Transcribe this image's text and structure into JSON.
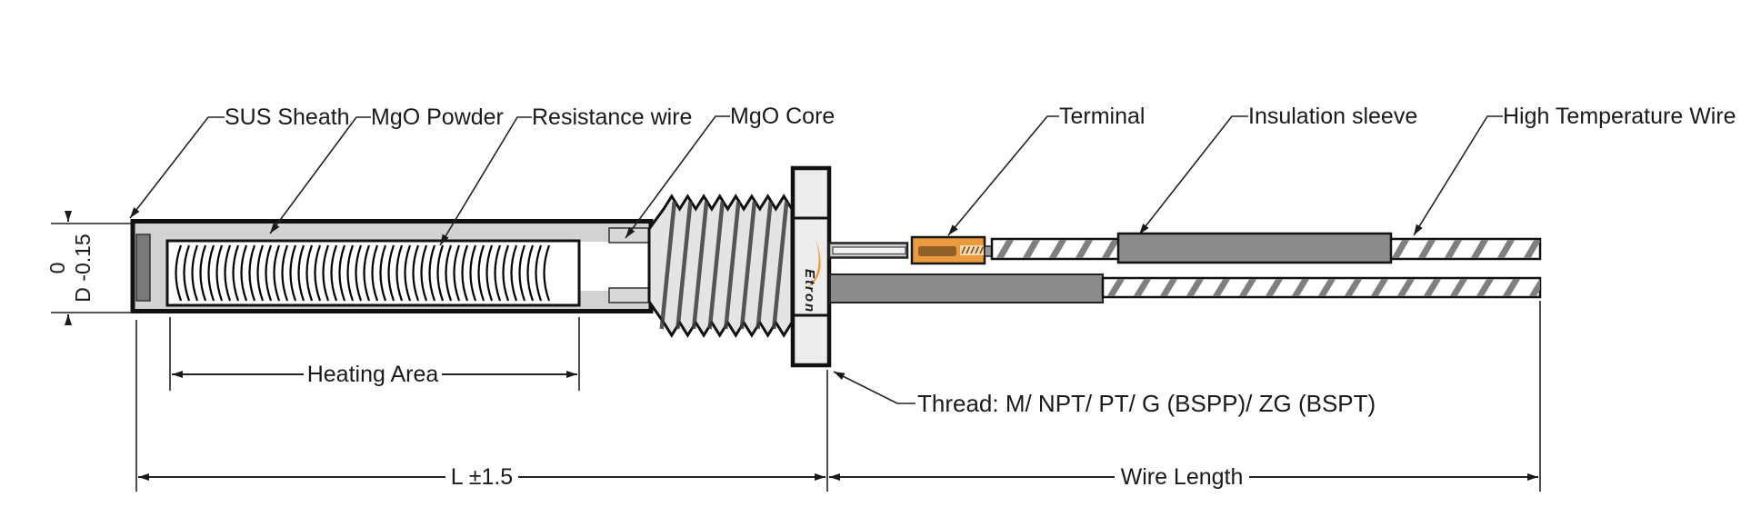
{
  "diagram": {
    "component_labels": {
      "sus_sheath": "SUS Sheath",
      "mgo_powder": "MgO Powder",
      "resistance_wire": "Resistance wire",
      "mgo_core": "MgO Core",
      "terminal": "Terminal",
      "insulation_sleeve": "Insulation sleeve",
      "high_temperature_wire": "High Temperature Wire"
    },
    "dimensions": {
      "diameter_tolerance_upper": "0",
      "diameter_with_tolerance": "D -0.15",
      "heating_area": "Heating Area",
      "overall_length": "L ±1.5",
      "wire_length": "Wire Length",
      "thread_spec": "Thread: M/ NPT/ PT/ G (BSPP)/ ZG (BSPT)"
    },
    "logo": {
      "text": "Etron",
      "accent_color": "#F0992E"
    },
    "colors": {
      "background": "#FFFFFF",
      "sheath_fill": "#D2D2D2",
      "end_cap_fill": "#7A7A7A",
      "cavity_fill": "#FFFFFF",
      "thread_fill": "#E4E4E4",
      "nut_fill": "#ECECEC",
      "pin_fill": "#CFCFCF",
      "terminal_fill": "#EB9A3D",
      "terminal_inner_fill": "#8F5F2A",
      "terminal_window_fill": "#F6D9AD",
      "sleeve_fill": "#8C8C8C",
      "wire_fill": "#FFFFFF",
      "wire_hatch": "#7F7F7F"
    }
  }
}
